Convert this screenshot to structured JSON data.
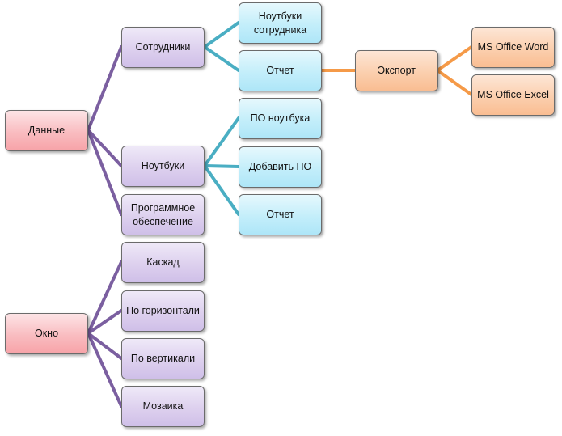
{
  "diagram": {
    "type": "tree",
    "colors": {
      "root": "#f7a3a8",
      "level1": "#d6c8ec",
      "level2": "#b8eaf9",
      "export": "#fbc79e",
      "link_purple": "#7b5fa0",
      "link_blue": "#4aaec3",
      "link_orange": "#f59a48"
    },
    "roots": [
      {
        "label": "Данные",
        "children": [
          {
            "label": "Сотрудники",
            "children": [
              {
                "label": "Ноутбуки сотрудника"
              },
              {
                "label": "Отчет",
                "children": [
                  {
                    "label": "Экспорт",
                    "children": [
                      {
                        "label": "MS Office Word"
                      },
                      {
                        "label": "MS Office Excel"
                      }
                    ]
                  }
                ]
              }
            ]
          },
          {
            "label": "Ноутбуки",
            "children": [
              {
                "label": "ПО ноутбука"
              },
              {
                "label": "Добавить ПО"
              },
              {
                "label": "Отчет"
              }
            ]
          },
          {
            "label": "Программное обеспечение"
          }
        ]
      },
      {
        "label": "Окно",
        "children": [
          {
            "label": "Каскад"
          },
          {
            "label": "По горизонтали"
          },
          {
            "label": "По вертикали"
          },
          {
            "label": "Мозаика"
          }
        ]
      }
    ]
  }
}
